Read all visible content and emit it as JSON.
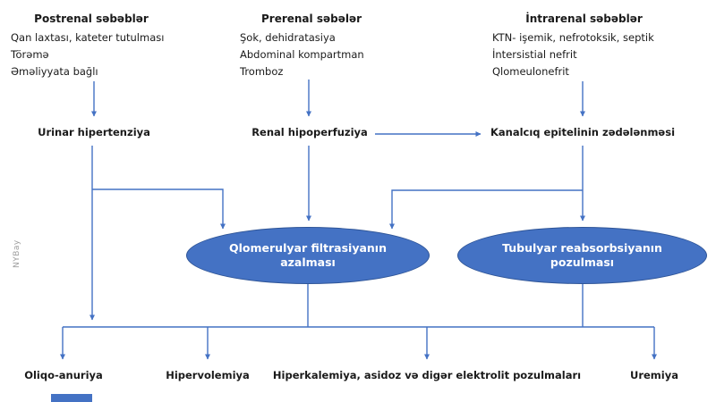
{
  "diagram": {
    "watermark": "NYBay",
    "colors": {
      "accent_blue": "#4472C4",
      "ellipse_border": "#2F5597",
      "ellipse_text": "#ffffff",
      "watermark_gray": "#9e9e9e"
    },
    "causes": [
      {
        "title": "Postrenal səbəblər",
        "items": [
          "Qan laxtası, kateter tutulması",
          "Törəmə",
          "Əməliyyata bağlı"
        ]
      },
      {
        "title": "Prerenal səbələr",
        "items": [
          "Şok, dehidratasiya",
          "Abdominal kompartman",
          "Tromboz"
        ]
      },
      {
        "title": "İntrarenal səbəblər",
        "items": [
          "KTN- işemik, nefrotoksik, septik",
          "İntersistial nefrit",
          "Qlomeulonefrit"
        ]
      }
    ],
    "mid_nodes": [
      {
        "label": "Urinar hipertenziya"
      },
      {
        "label": "Renal hipoperfuziya"
      },
      {
        "label": "Kanalcıq epitelinin zədələnməsi"
      }
    ],
    "ellipses": [
      {
        "line1": "Qlomerulyar filtrasiyanın",
        "line2": "azalması"
      },
      {
        "line1": "Tubulyar reabsorbsiyanın",
        "line2": "pozulması"
      }
    ],
    "outcomes": [
      "Oliqo-anuriya",
      "Hipervolemiya",
      "Hiperkalemiya, asidoz və digər elektrolit pozulmaları",
      "Uremiya"
    ]
  }
}
